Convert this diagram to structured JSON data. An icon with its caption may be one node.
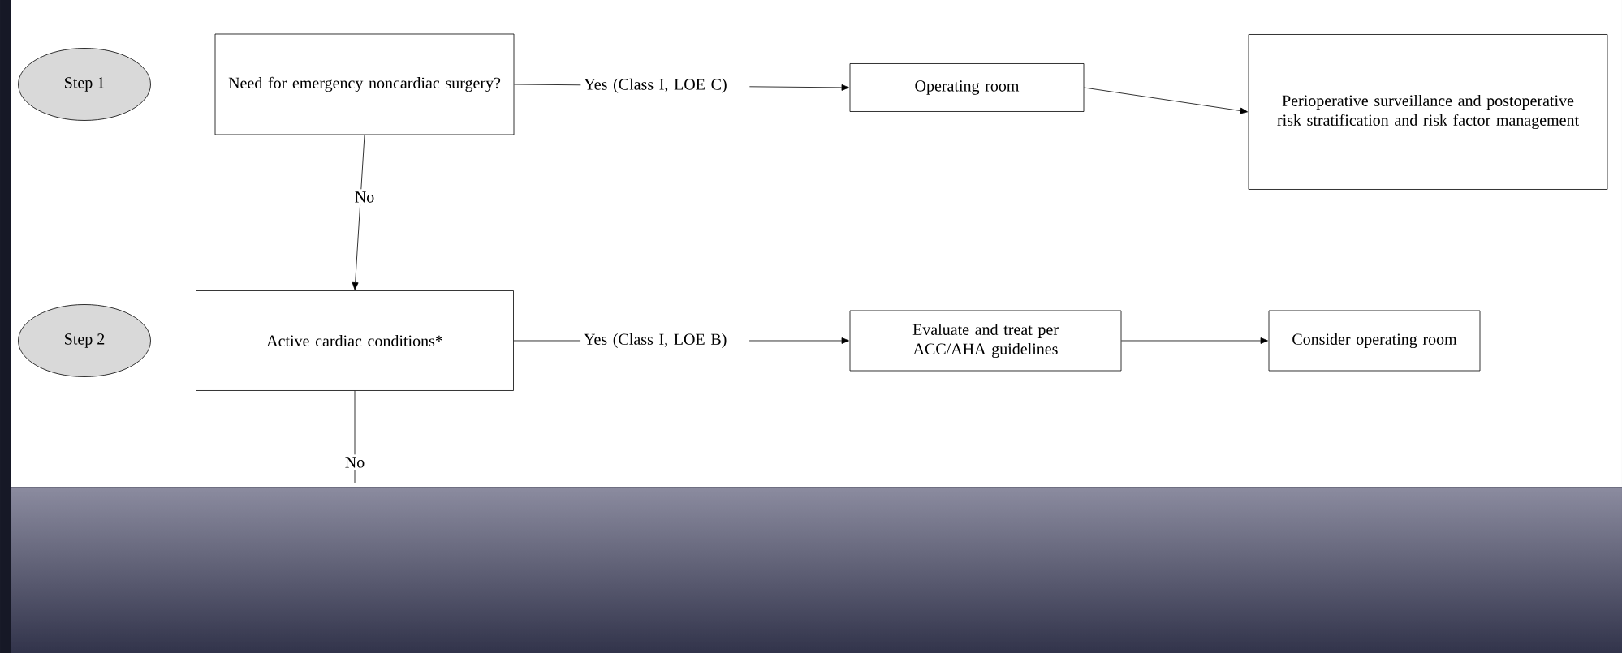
{
  "diagram": {
    "nodes": [
      {
        "text": [
          "Step 1"
        ]
      },
      {
        "text": [
          "Need for emergency noncardiac surgery?"
        ]
      },
      {
        "text": [
          "Operating room"
        ]
      },
      {
        "text": [
          "Perioperative surveillance and postoperative risk stratification and risk factor management"
        ]
      },
      {
        "text": [
          "Step 2"
        ]
      },
      {
        "text": [
          "Active cardiac conditions*"
        ]
      },
      {
        "text": [
          "Evaluate and treat per ACC/AHA guidelines"
        ]
      },
      {
        "text": [
          "Consider operating room"
        ]
      }
    ],
    "edges": [
      {
        "from": 1,
        "to": 2,
        "arrow": "to",
        "label": "Yes (Class I, LOE C)"
      },
      {
        "from": 2,
        "to": 3,
        "arrow": "to"
      },
      {
        "from": 1,
        "to": 5,
        "arrow": "to",
        "label": "No"
      },
      {
        "from": 5,
        "to": 6,
        "arrow": "to",
        "label": "Yes (Class I, LOE B)"
      },
      {
        "from": 6,
        "to": 7,
        "arrow": "to"
      },
      {
        "from": 5,
        "to": null,
        "arrow": "none",
        "label": "No"
      }
    ]
  }
}
